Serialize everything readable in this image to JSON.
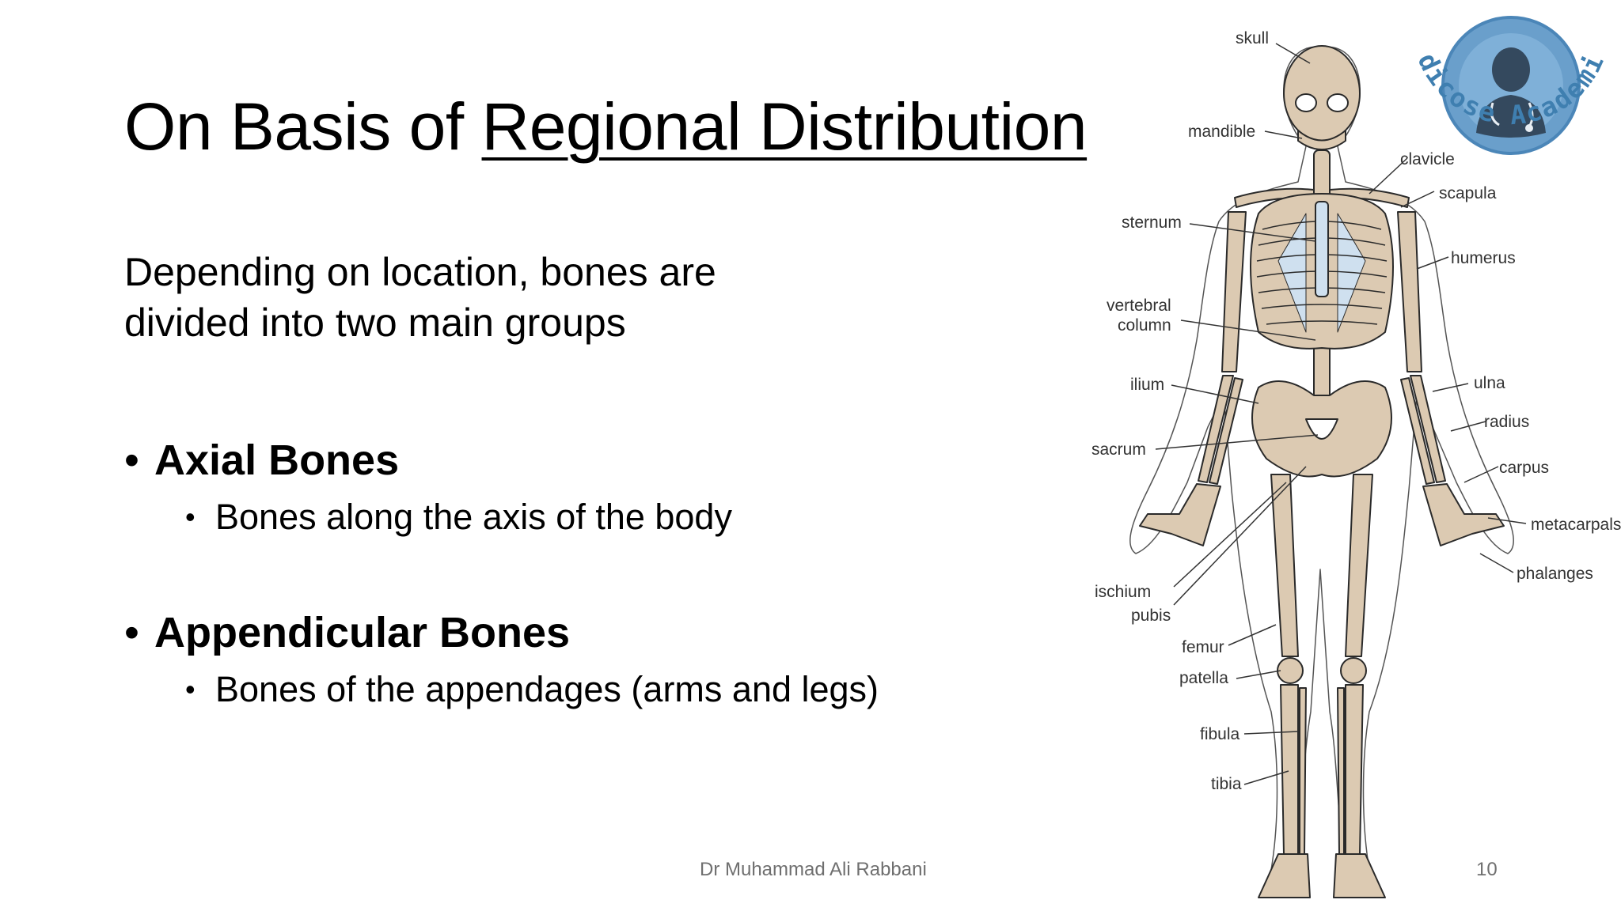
{
  "title": {
    "prefix": "On Basis of ",
    "underlined": "Regional Distribution"
  },
  "intro": {
    "line1": "Depending on location, bones are",
    "line2": "divided into two main groups"
  },
  "bullets": [
    {
      "heading": "Axial Bones",
      "sub": "Bones along the axis of the body"
    },
    {
      "heading": "Appendicular Bones",
      "sub": "Bones of the appendages (arms and legs)"
    }
  ],
  "footer": {
    "author": "Dr Muhammad Ali Rabbani",
    "page_number": "10"
  },
  "logo": {
    "text": "Medicose Academics",
    "icon": "doctor-avatar-icon",
    "ring_color": "#6a9fcb",
    "text_color": "#3f7fb0"
  },
  "skeleton_labels": {
    "skull": "skull",
    "mandible": "mandible",
    "clavicle": "clavicle",
    "scapula": "scapula",
    "sternum": "sternum",
    "humerus": "humerus",
    "vertebral_1": "vertebral",
    "vertebral_2": "column",
    "ilium": "ilium",
    "ulna": "ulna",
    "radius": "radius",
    "sacrum": "sacrum",
    "carpus": "carpus",
    "metacarpals": "metacarpals",
    "phalanges": "phalanges",
    "ischium": "ischium",
    "pubis": "pubis",
    "femur": "femur",
    "patella": "patella",
    "fibula": "fibula",
    "tibia": "tibia"
  },
  "colors": {
    "bone": "#dccab2",
    "ribs_shade": "#cfe0ef",
    "outline": "#2a2a2a"
  }
}
